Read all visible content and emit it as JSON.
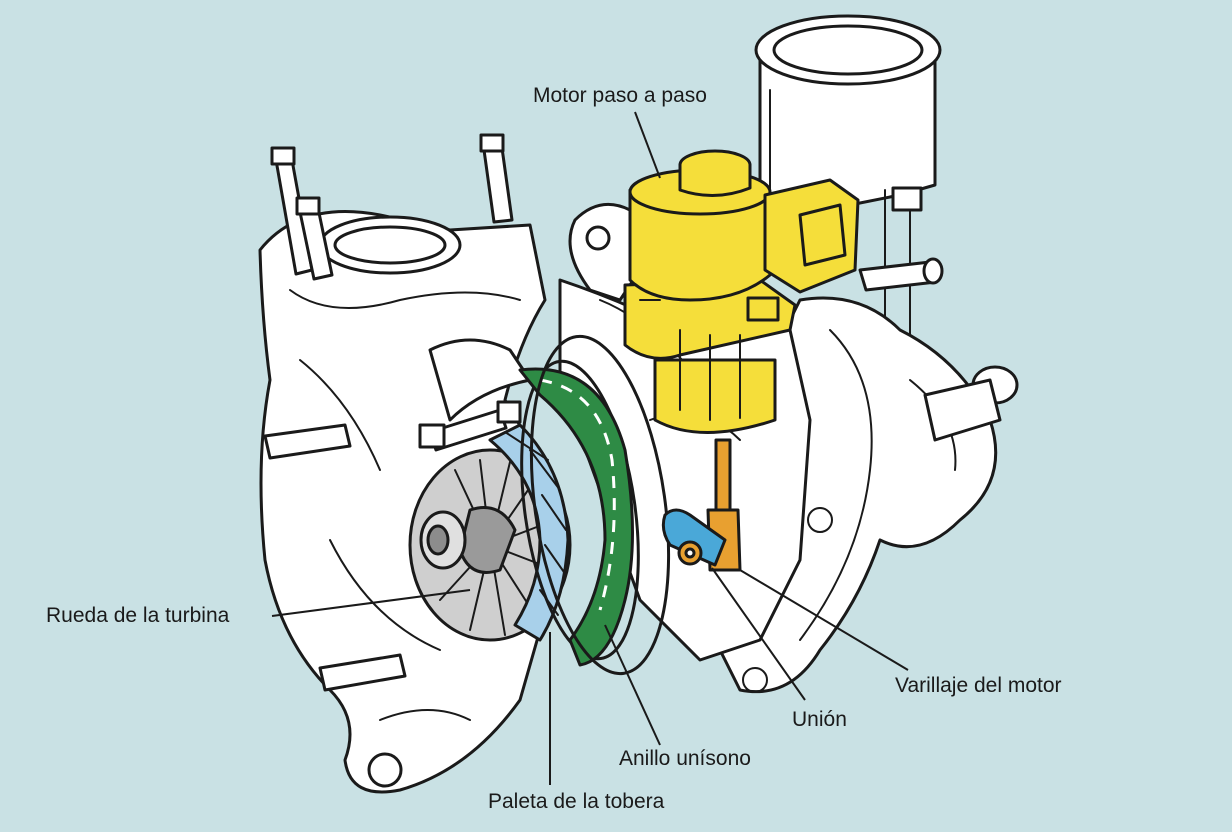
{
  "labels": {
    "motor_paso": "Motor paso a paso",
    "rueda_turbina": "Rueda de la turbina",
    "varillaje_motor": "Varillaje del motor",
    "union": "Unión",
    "anillo_unisono": "Anillo unísono",
    "paleta_tobera": "Paleta de la tobera"
  },
  "colors": {
    "background": "#c9e1e4",
    "stepper_motor": "#f5de3a",
    "motor_linkage": "#e8a030",
    "union_link": "#4aa8d8",
    "unison_ring": "#2e8b45",
    "nozzle_vane": "#a8d0ea",
    "housing": "#ffffff",
    "outline": "#1a1a1a"
  }
}
